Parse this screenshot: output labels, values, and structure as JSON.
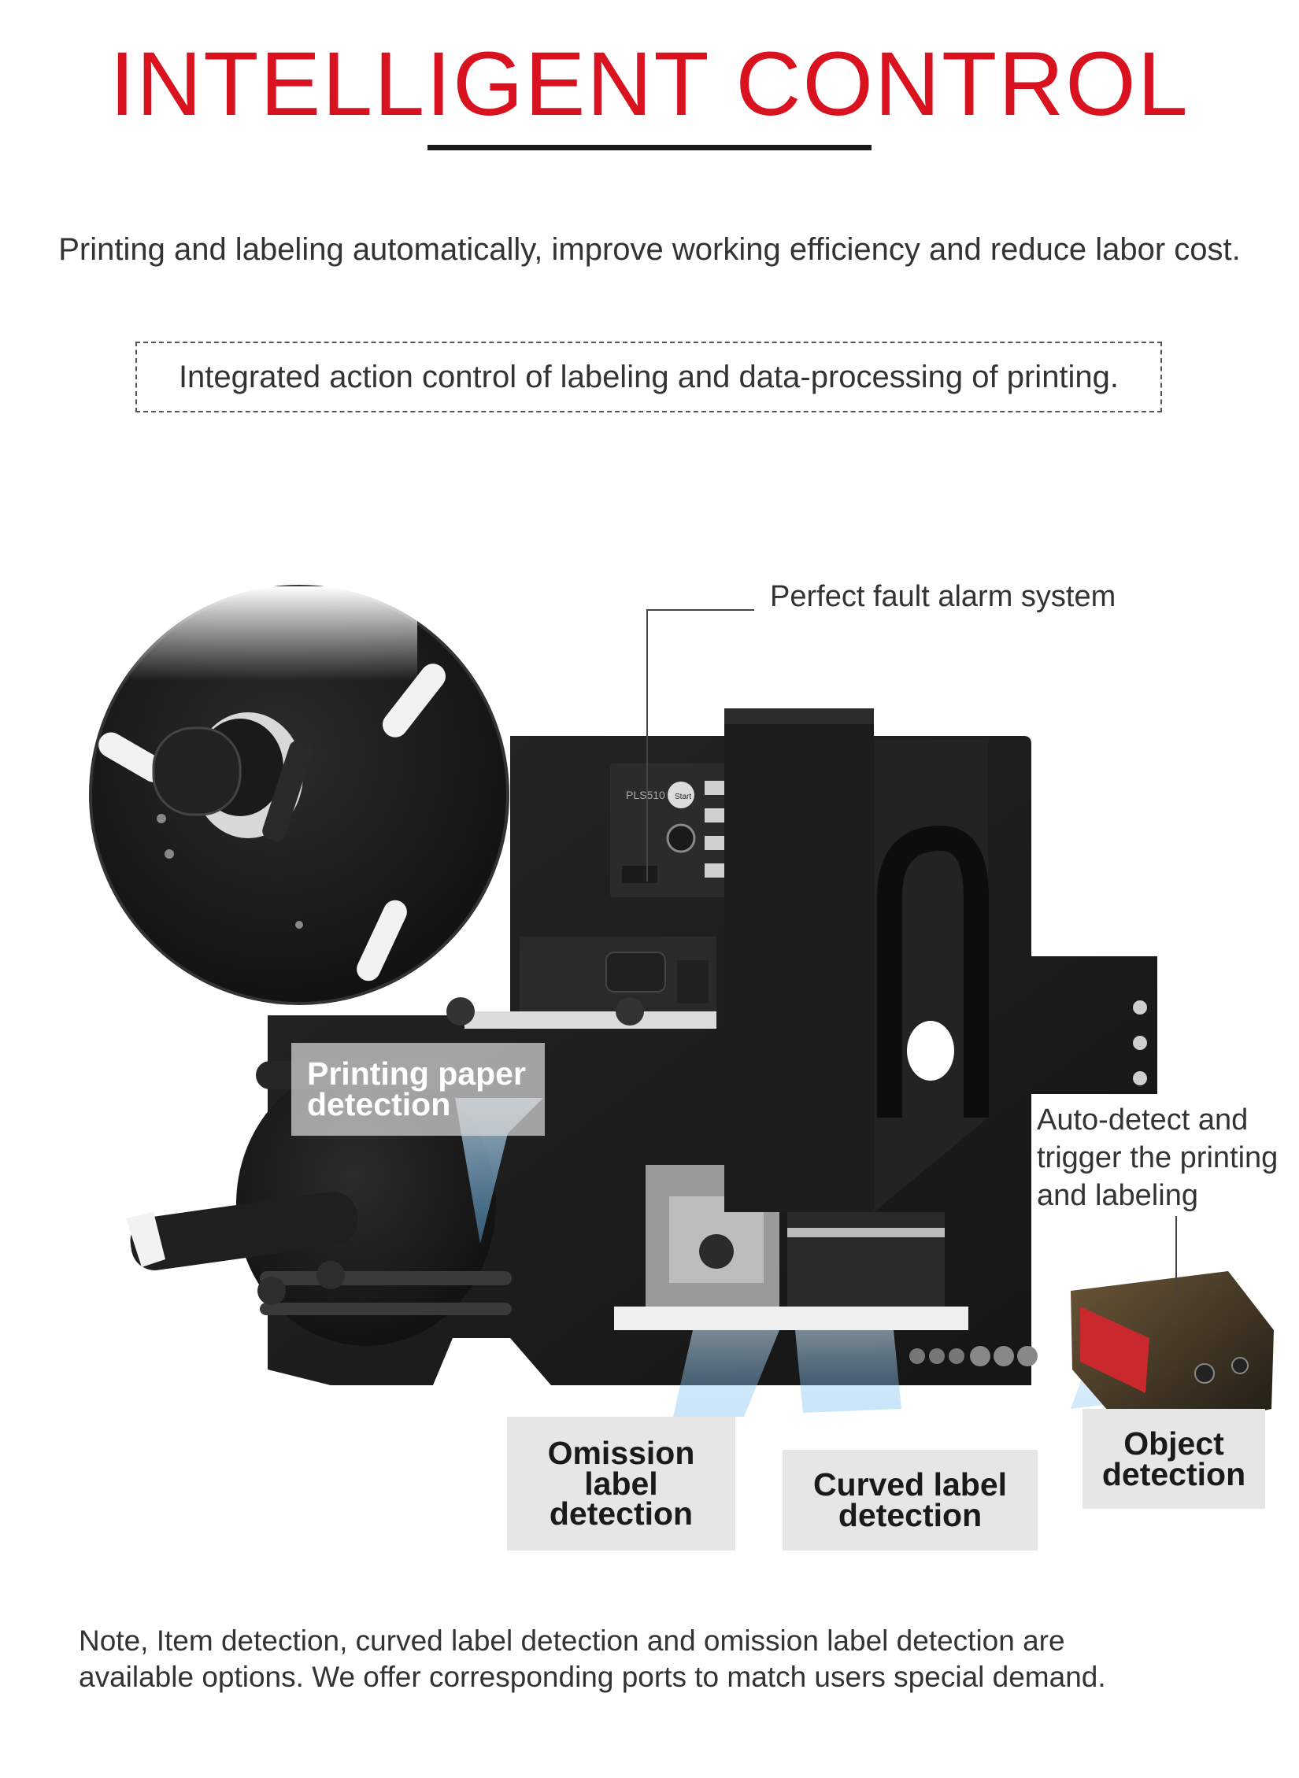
{
  "header": {
    "title": "INTELLIGENT CONTROL",
    "subtitle": "Printing and labeling automatically, improve working efficiency and reduce labor cost.",
    "boxed_text": "Integrated action control of labeling and data-processing of printing."
  },
  "callouts": {
    "fault_alarm": "Perfect fault alarm system",
    "auto_detect": [
      "Auto-detect and",
      "trigger the printing",
      "and labeling"
    ],
    "printing_paper": [
      "Printing paper",
      "detection"
    ],
    "omission": [
      "Omission",
      "label",
      "detection"
    ],
    "curved": [
      "Curved label",
      "detection"
    ],
    "object": [
      "Object",
      "detection"
    ]
  },
  "panel_text": {
    "model": "PLS510",
    "start_button": "Start"
  },
  "note": {
    "line1": "Note, Item detection, curved label detection and omission label detection are",
    "line2": "available options. We offer corresponding ports to match users special demand."
  },
  "colors": {
    "accent_red": "#d9121f",
    "machine_black": "#1b1b1b",
    "label_box_gray": "#e6e6e6",
    "beam_blue": "#9fd4f5"
  }
}
